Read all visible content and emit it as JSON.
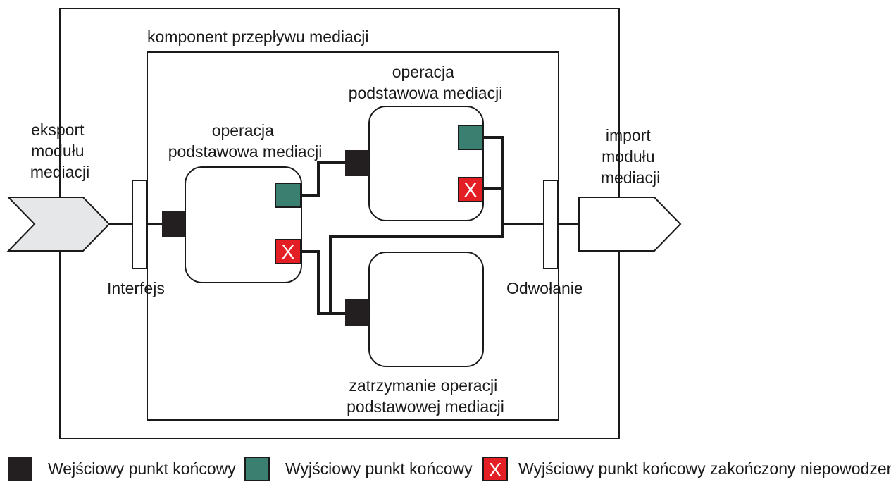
{
  "diagram": {
    "mediation_flow_component": "komponent przepływu mediacji",
    "export_label": [
      "eksport",
      "modułu",
      "mediacji"
    ],
    "import_label": [
      "import",
      "modułu",
      "mediacji"
    ],
    "interface_label": "Interfejs",
    "reference_label": "Odwołanie",
    "primitive_1": [
      "operacja",
      "podstawowa mediacji"
    ],
    "primitive_2": [
      "operacja",
      "podstawowa mediacji"
    ],
    "stop_primitive": [
      "zatrzymanie operacji",
      "podstawowej mediacji"
    ],
    "fail_symbol": "X"
  },
  "legend": {
    "input_terminal": "Wejściowy punkt końcowy",
    "output_terminal": "Wyjściowy punkt końcowy",
    "fail_terminal": "Wyjściowy punkt końcowy zakończony niepowodzeniem",
    "fail_symbol": "X"
  },
  "colors": {
    "input_terminal": "#231f20",
    "output_terminal": "#3a7f6f",
    "fail_terminal": "#e31e24",
    "export_fill": "#e6e7e8"
  }
}
